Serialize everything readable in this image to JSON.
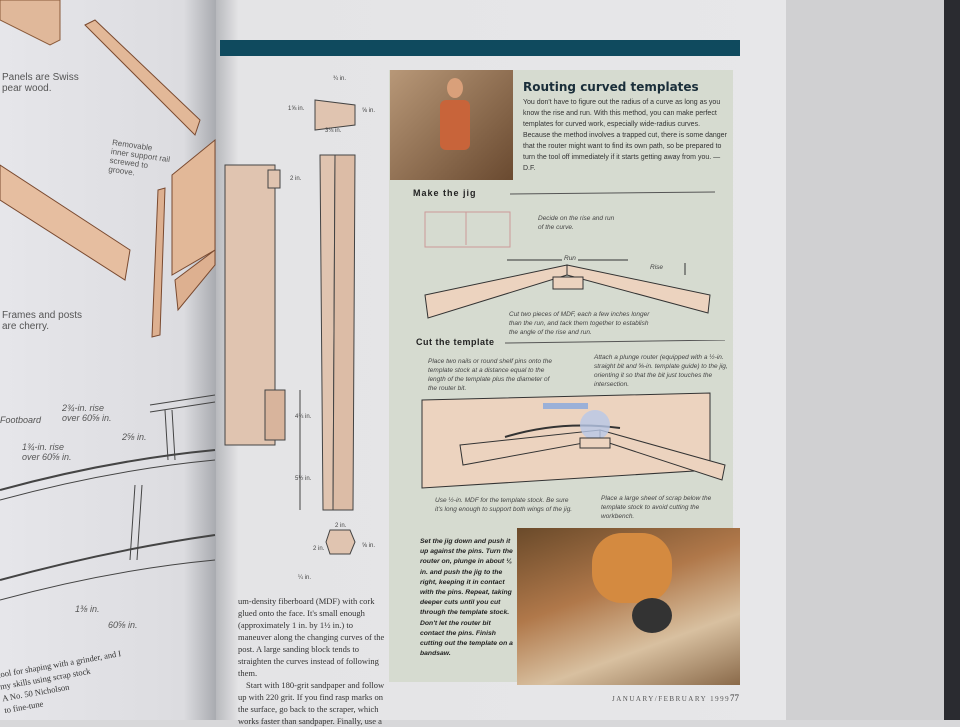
{
  "left_page": {
    "labels": {
      "panels": "Panels are Swiss pear wood.",
      "removable": "Removable inner support rail screwed to groove.",
      "frames": "Frames and posts are cherry.",
      "footboard": "Footboard",
      "rise_upper": "2¾-in. rise over 60⅝ in.",
      "rise_lower": "1¾-in. rise over 60⅝ in.",
      "gap": "2⅝ in.",
      "thickness": "1⅜ in.",
      "length": "60⅝ in."
    },
    "body_lines": [
      "tool for shaping with a grinder, and I",
      "my skills using scrap stock",
      "A No. 50 Nicholson",
      "to fine-tune"
    ]
  },
  "right_page": {
    "dimensions": {
      "top_small": "¾ in.",
      "top_height": "1⅝ in.",
      "top_right": "⅝ in.",
      "top_width": "3⅛ in.",
      "tenon": "2 in.",
      "upper": "4¾ in.",
      "lower": "5½ in.",
      "hex_width": "2 in.",
      "hex_height": "2 in.",
      "hex_right": "⅝ in.",
      "hex_bottom": "¼ in."
    },
    "body_text": "um-density fiberboard (MDF) with cork glued onto the face. It's small enough (approximately 1 in. by 1½ in.) to maneuver along the changing curves of the post. A large sanding block tends to straighten the curves instead of following them.",
    "body_text2": "Start with 180-grit sandpaper and follow up with 220 grit. If you find rasp marks on the surface, go back to the scraper, which works faster than sandpaper. Finally, use a",
    "footer": {
      "issue": "JANUARY/FEBRUARY 1999",
      "page": "77"
    },
    "accent_color": "#0f4a5e"
  },
  "sidebar": {
    "title": "Routing curved templates",
    "intro": "You don't have to figure out the radius of a curve as long as you know the rise and run. With this method, you can make perfect templates for curved work, especially wide-radius curves. Because the method involves a trapped cut, there is some danger that the router might want to find its own path, so be prepared to turn the tool off immediately if it starts getting away from you. —D.F.",
    "make_jig": {
      "heading": "Make the jig",
      "decide": "Decide on the rise and run of the curve.",
      "run": "Run",
      "rise": "Rise",
      "cut_pieces": "Cut two pieces of MDF, each a few inches longer than the run, and tack them together to establish the angle of the rise and run."
    },
    "cut_template": {
      "heading": "Cut the template",
      "place_nails": "Place two nails or round shelf pins onto the template stock at a distance equal to the length of the template plus the diameter of the router bit.",
      "attach_router": "Attach a plunge router (equipped with a ½-in. straight bit and ⅝-in. template guide) to the jig, orienting it so that the bit just touches the intersection.",
      "use_mdf": "Use ½-in. MDF for the template stock. Be sure it's long enough to support both wings of the jig.",
      "scrap": "Place a large sheet of scrap below the template stock to avoid cutting the workbench."
    },
    "final_step": "Set the jig down and push it up against the pins. Turn the router on, plunge in about ⅛ in. and push the jig to the right, keeping it in contact with the pins. Repeat, taking deeper cuts until you cut through the template stock. Don't let the router bit contact the pins. Finish cutting out the template on a bandsaw."
  }
}
